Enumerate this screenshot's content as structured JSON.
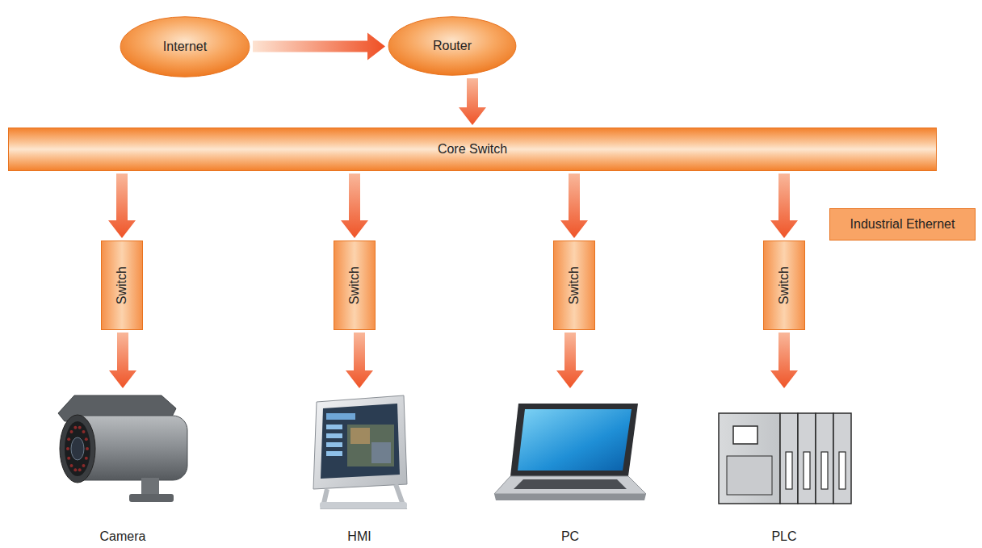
{
  "diagram": {
    "nodes": [
      {
        "text": [
          "Internet"
        ]
      },
      {
        "text": [
          "Router"
        ]
      },
      {
        "text": [
          "Core Switch"
        ]
      },
      {
        "text": [
          "Switch"
        ]
      },
      {
        "text": [
          "Switch"
        ]
      },
      {
        "text": [
          "Switch"
        ]
      },
      {
        "text": [
          "Switch"
        ]
      },
      {
        "text": [
          "Industrial Ethernet"
        ]
      },
      {
        "text": [
          "Camera"
        ]
      },
      {
        "text": [
          "HMI"
        ]
      },
      {
        "text": [
          "PC"
        ]
      },
      {
        "text": [
          "PLC"
        ]
      }
    ],
    "edges": [
      {
        "from": 0,
        "to": 1,
        "arrow": "to"
      },
      {
        "from": 1,
        "to": 2,
        "arrow": "to"
      },
      {
        "from": 2,
        "to": 3,
        "arrow": "to"
      },
      {
        "from": 2,
        "to": 4,
        "arrow": "to"
      },
      {
        "from": 2,
        "to": 5,
        "arrow": "to"
      },
      {
        "from": 2,
        "to": 6,
        "arrow": "to"
      },
      {
        "from": 3,
        "to": 8,
        "arrow": "to"
      },
      {
        "from": 4,
        "to": 9,
        "arrow": "to"
      },
      {
        "from": 5,
        "to": 10,
        "arrow": "to"
      },
      {
        "from": 6,
        "to": 11,
        "arrow": "to"
      }
    ]
  }
}
